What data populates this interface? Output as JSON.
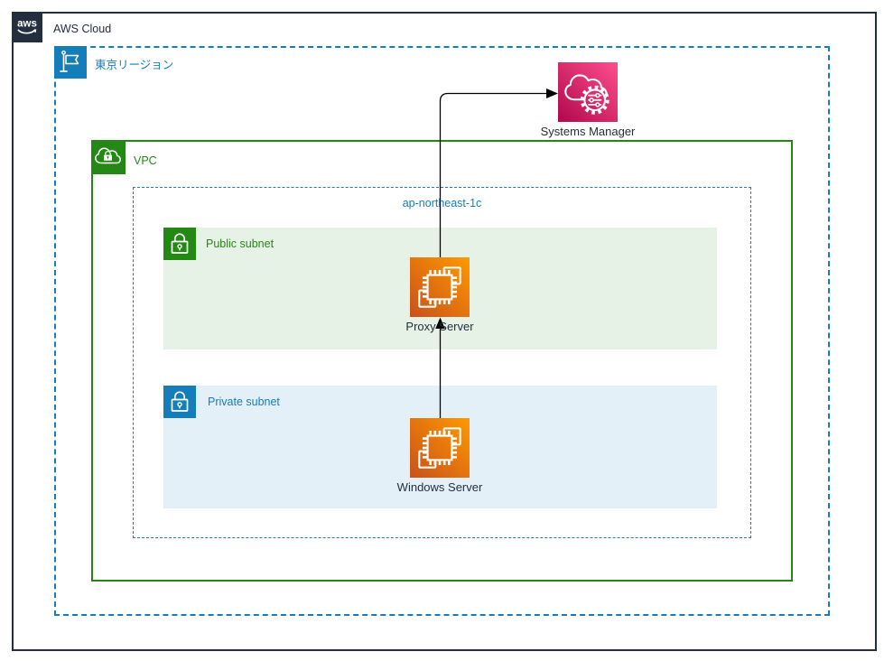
{
  "colors": {
    "outline_dark": "#232F3E",
    "blue": "#147EBA",
    "green": "#248814",
    "public_subnet_bg": "#E7F2E6",
    "private_subnet_bg": "#E4F0F8",
    "ec2_gradient_start": "#C8511B",
    "ec2_gradient_end": "#FF9900",
    "ssm_gradient_start": "#B0084D",
    "ssm_gradient_end": "#FF4F8B",
    "arrow": "#000000"
  },
  "diagram": {
    "aws_cloud": {
      "logo_text": "aws",
      "label": "AWS Cloud"
    },
    "region": {
      "label": "東京リージョン"
    },
    "vpc": {
      "label": "VPC"
    },
    "availability_zone": {
      "label": "ap-northeast-1c"
    },
    "public_subnet": {
      "label": "Public subnet"
    },
    "private_subnet": {
      "label": "Private subnet"
    },
    "nodes": {
      "proxy_server": {
        "label": "Proxy Server",
        "icon": "ec2-instance-icon"
      },
      "windows_server": {
        "label": "Windows Server",
        "icon": "ec2-instance-icon"
      },
      "systems_manager": {
        "label": "Systems Manager",
        "icon": "systems-manager-icon"
      }
    },
    "connections": [
      {
        "from": "windows_server",
        "to": "proxy_server",
        "style": "solid-arrow"
      },
      {
        "from": "proxy_server",
        "to": "systems_manager",
        "style": "solid-arrow"
      }
    ]
  }
}
